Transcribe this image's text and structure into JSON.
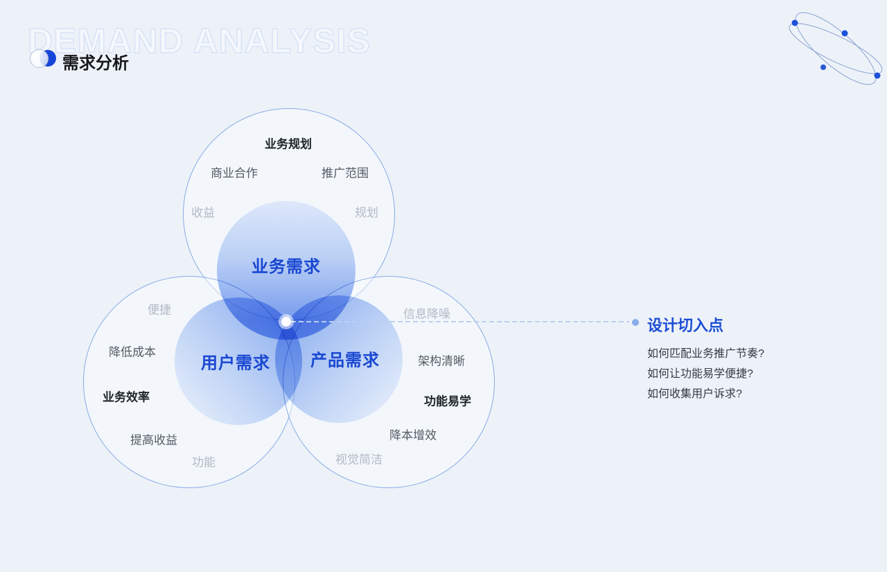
{
  "title": {
    "ghost": "DEMAND ANALYSIS",
    "main": "需求分析"
  },
  "venn": {
    "business": {
      "core": "业务需求",
      "labels": [
        {
          "text": "业务规划",
          "tone": "dark"
        },
        {
          "text": "商业合作",
          "tone": "gray"
        },
        {
          "text": "推广范围",
          "tone": "gray"
        },
        {
          "text": "收益",
          "tone": "light"
        },
        {
          "text": "规划",
          "tone": "light"
        }
      ]
    },
    "user": {
      "core": "用户需求",
      "labels": [
        {
          "text": "便捷",
          "tone": "light"
        },
        {
          "text": "降低成本",
          "tone": "gray"
        },
        {
          "text": "业务效率",
          "tone": "dark"
        },
        {
          "text": "提高收益",
          "tone": "gray"
        },
        {
          "text": "功能",
          "tone": "light"
        }
      ]
    },
    "product": {
      "core": "产品需求",
      "labels": [
        {
          "text": "信息降噪",
          "tone": "light"
        },
        {
          "text": "架构清晰",
          "tone": "gray"
        },
        {
          "text": "功能易学",
          "tone": "dark"
        },
        {
          "text": "降本增效",
          "tone": "gray"
        },
        {
          "text": "视觉简洁",
          "tone": "light"
        }
      ]
    }
  },
  "callout": {
    "title": "设计切入点",
    "questions": [
      "如何匹配业务推广节奏?",
      "如何让功能易学便捷?",
      "如何收集用户诉求?"
    ]
  },
  "colors": {
    "background": "#edf2f9",
    "accent_blue": "#1b4ed3",
    "core_text_blue": "#1947d1",
    "solid_icon_blue": "#1546d8",
    "circle_stroke": "#5a86d6",
    "dashed_line": "#bdd0f2",
    "label_light": "#b2b9c5",
    "label_gray": "#555b64",
    "label_dark": "#20252c"
  }
}
